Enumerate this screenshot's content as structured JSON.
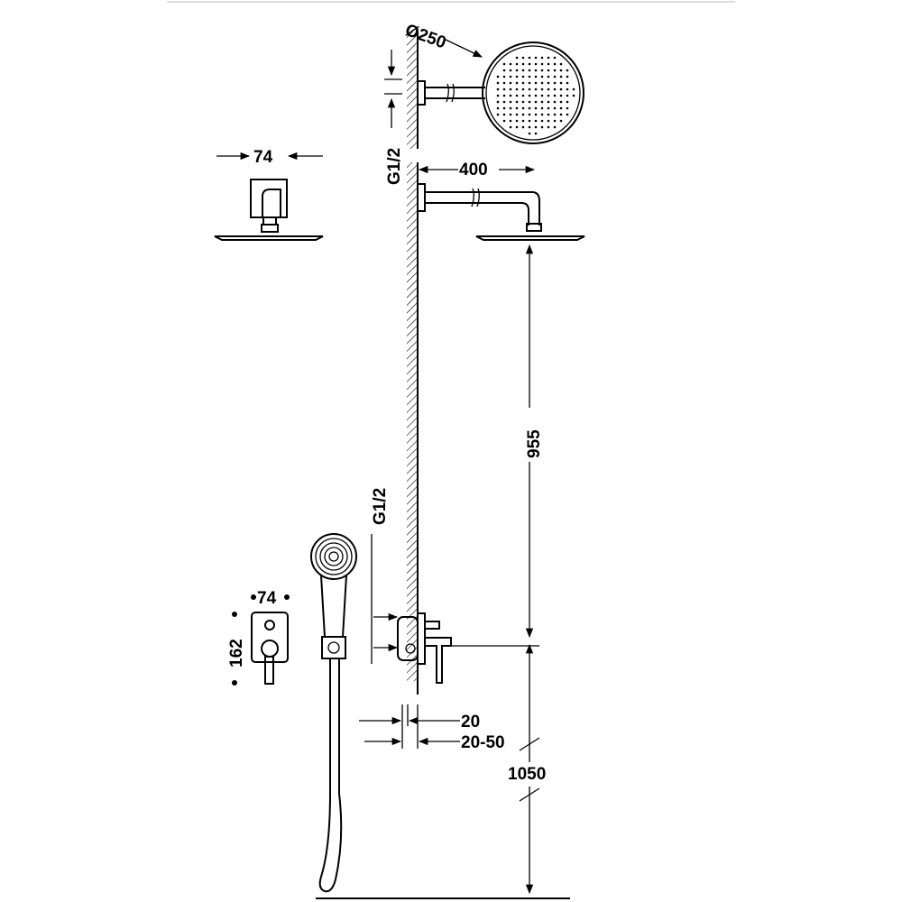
{
  "dimensions": {
    "head_diameter": "Ø250",
    "arm_length": "400",
    "head_plate_width": "74",
    "wall_connection_upper": "G1/2",
    "wall_connection_lower": "G1/2",
    "head_height_above_valve": "955",
    "valve_height_from_floor": "1050",
    "valve_plate_width": "74",
    "valve_plate_height": "162",
    "valve_body_depth": "20",
    "valve_install_depth": "20-50"
  }
}
